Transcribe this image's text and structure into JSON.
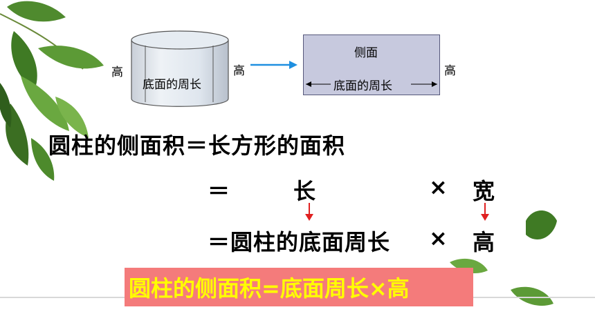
{
  "diagram": {
    "cylinder_height_left": "高",
    "cylinder_base_label": "底面的周长",
    "cylinder_height_right": "高",
    "rect_title": "侧面",
    "rect_base_label": "底面的周长",
    "rect_height_label": "高"
  },
  "formula": {
    "line1": "圆柱的侧面积＝长方形的面积",
    "line2_eq": "＝",
    "line2_length": "长",
    "line2_times": "×",
    "line2_width": "宽",
    "line3": "＝圆柱的底面周长",
    "line3_times": "×",
    "line3_height": "高"
  },
  "summary": {
    "text": "圆柱的侧面积=底面周长×高"
  },
  "colors": {
    "summary_bg": "#f47b7b",
    "summary_text": "#ffff00",
    "arrow_red": "#e02020",
    "arrow_blue": "#1e8fe0",
    "rect_fill": "#c7c9de"
  }
}
